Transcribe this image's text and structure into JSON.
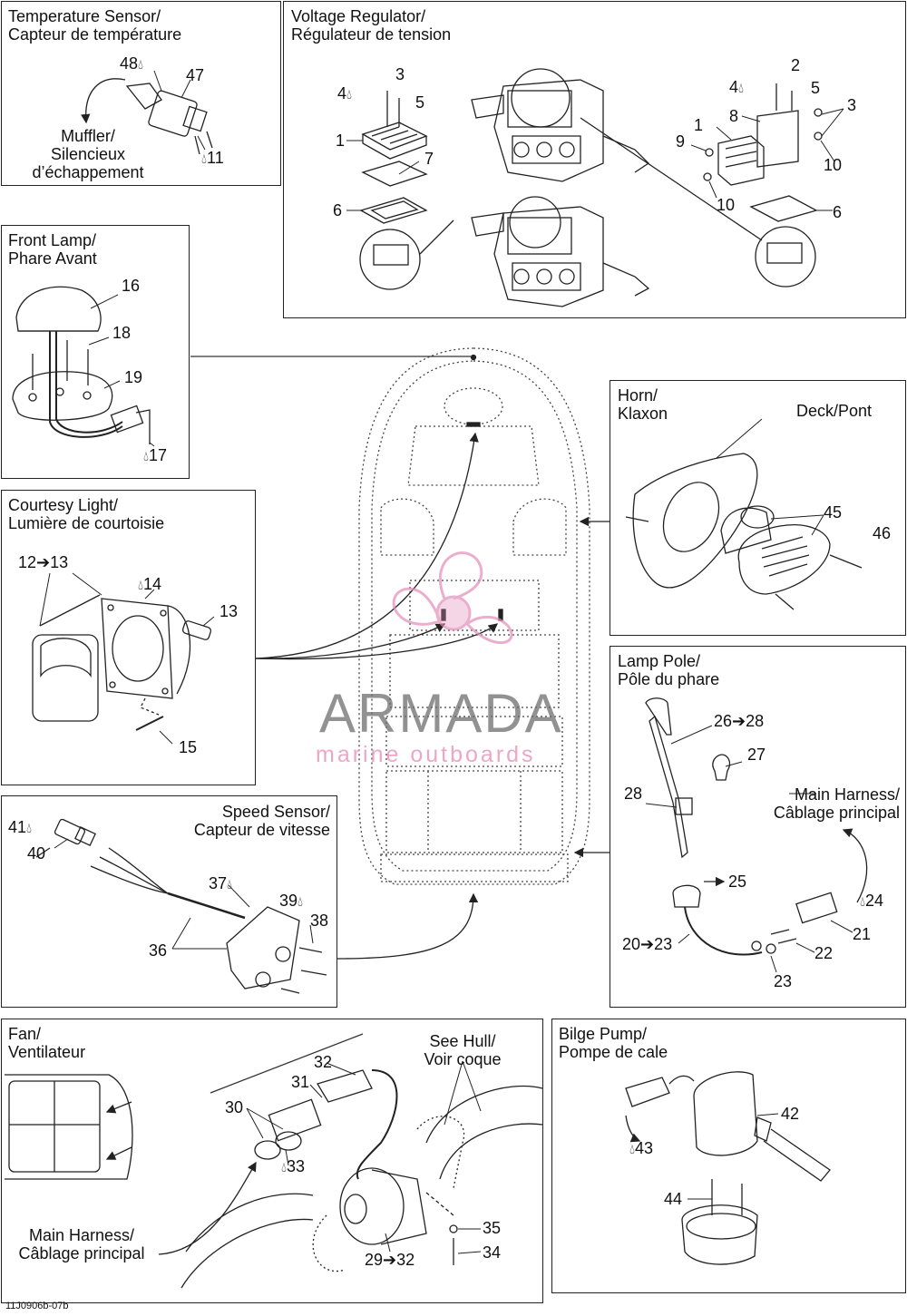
{
  "diagram_code": "11J0906b-07b",
  "watermark": {
    "brand": "ARMADA",
    "tagline": "marine outboards",
    "color": "#e48cb8"
  },
  "panels": {
    "temperature_sensor": {
      "title": "Temperature Sensor/\nCapteur de température",
      "muffler_label": "Muffler/\nSilencieux\nd’échappement"
    },
    "voltage_regulator": {
      "title": "Voltage Regulator/\nRégulateur de tension"
    },
    "front_lamp": {
      "title": "Front Lamp/\nPhare Avant"
    },
    "horn": {
      "title": "Horn/\nKlaxon",
      "deck_label": "Deck/Pont"
    },
    "courtesy_light": {
      "title": "Courtesy Light/\nLumière de courtoisie"
    },
    "lamp_pole": {
      "title": "Lamp Pole/\nPôle du phare",
      "harness_label": "Main Harness/\nCâblage principal"
    },
    "speed_sensor": {
      "title": "Speed Sensor/\nCapteur de vitesse"
    },
    "fan": {
      "title": "Fan/\nVentilateur",
      "hull_label": "See Hull/\nVoir coque",
      "harness_label": "Main Harness/\nCâblage principal"
    },
    "bilge_pump": {
      "title": "Bilge Pump/\nPompe de cale"
    }
  },
  "parts": {
    "p48": "48",
    "p47": "47",
    "p11": "11",
    "vr_p4a": "4",
    "vr_p3a": "3",
    "vr_p5a": "5",
    "vr_p1a": "1",
    "vr_p7": "7",
    "vr_p6a": "6",
    "vr_p4b": "4",
    "vr_p2": "2",
    "vr_p5b": "5",
    "vr_p3b": "3",
    "vr_p8": "8",
    "vr_p1b": "1",
    "vr_p9": "9",
    "vr_p10a": "10",
    "vr_p10b": "10",
    "vr_p6b": "6",
    "p16": "16",
    "p18": "18",
    "p19": "19",
    "p17": "17",
    "p45": "45",
    "p46": "46",
    "p12_13": "12➔13",
    "p14": "14",
    "p13": "13",
    "p15": "15",
    "p26_28": "26➔28",
    "p27": "27",
    "p28": "28",
    "p25": "25",
    "p24": "24",
    "p21": "21",
    "p22": "22",
    "p20_23": "20➔23",
    "p23": "23",
    "p41": "41",
    "p40": "40",
    "p37": "37",
    "p39": "39",
    "p38": "38",
    "p36": "36",
    "p32": "32",
    "p31": "31",
    "p30": "30",
    "p33": "33",
    "p35": "35",
    "p34": "34",
    "p29_32": "29➔32",
    "p42": "42",
    "p43": "43",
    "p44": "44"
  }
}
